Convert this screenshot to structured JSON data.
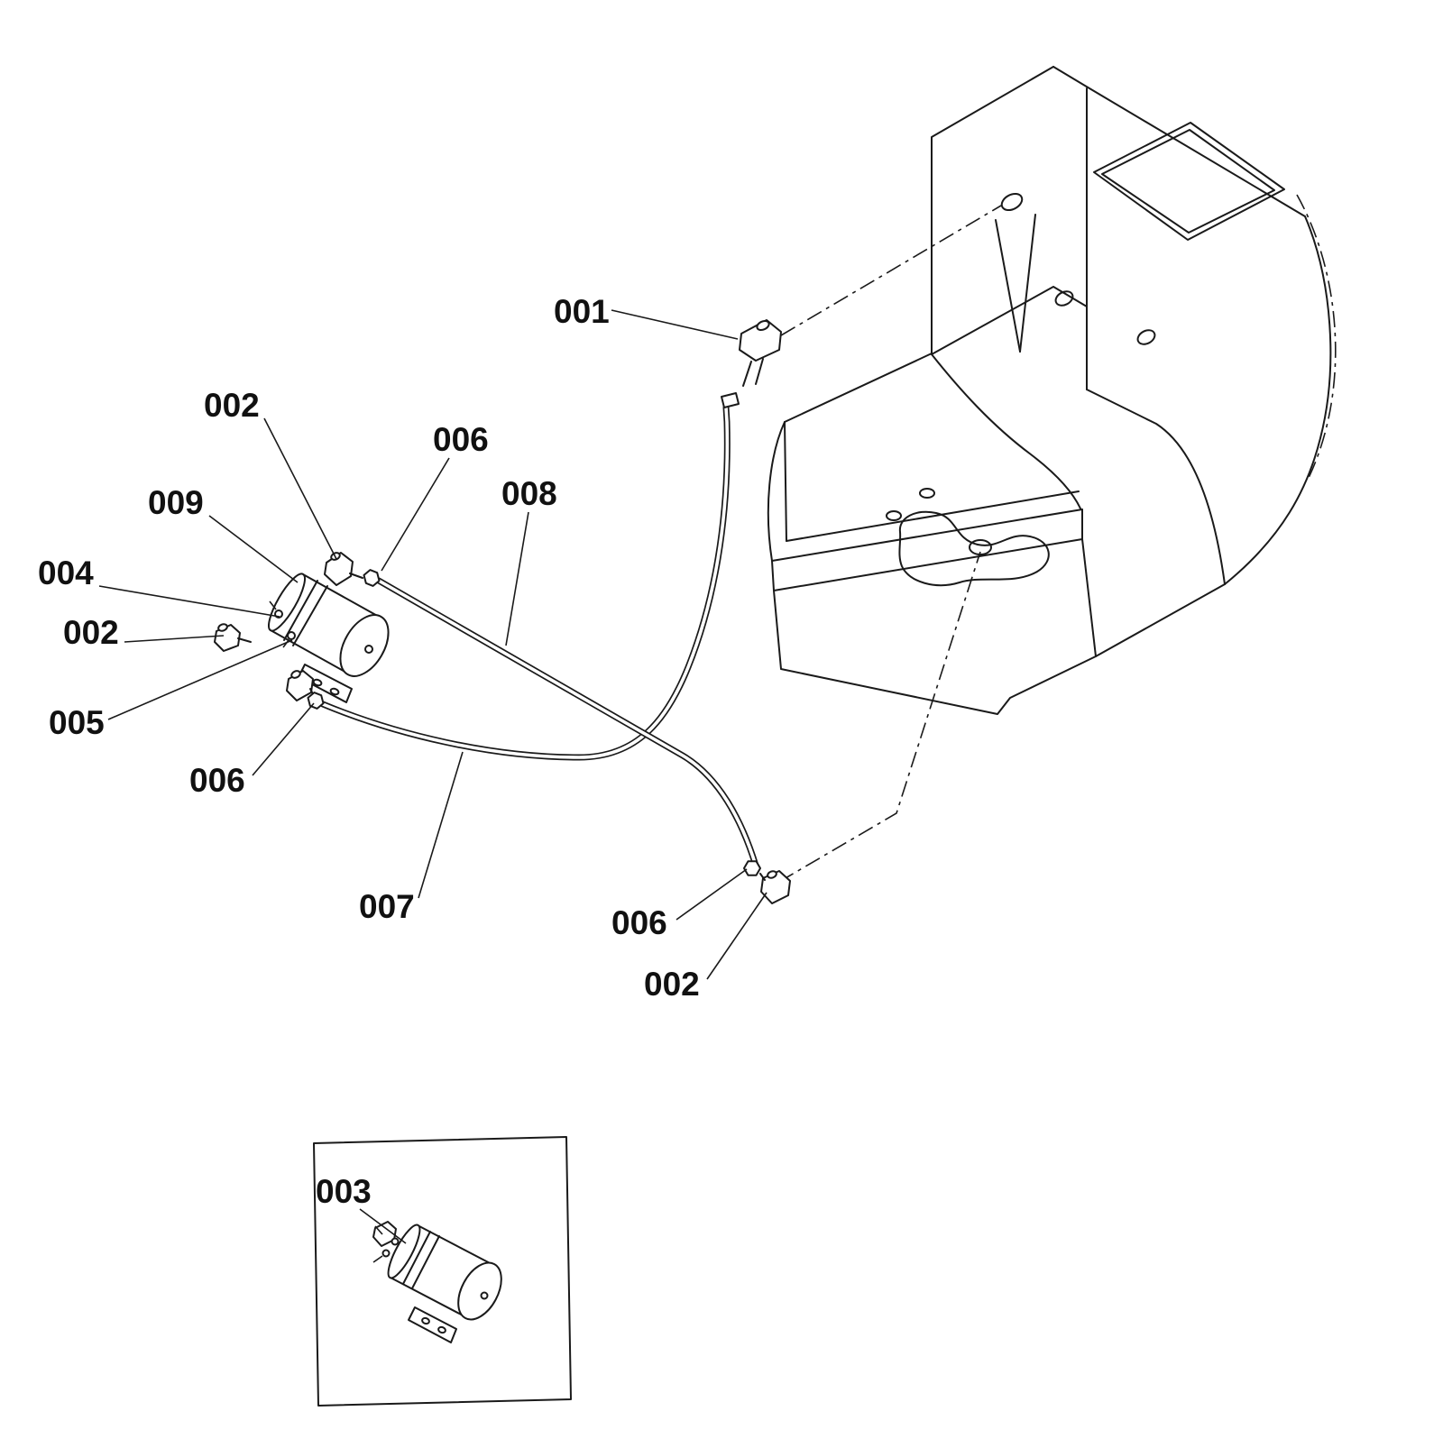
{
  "callouts": [
    {
      "id": "001"
    },
    {
      "id": "002"
    },
    {
      "id": "006"
    },
    {
      "id": "008"
    },
    {
      "id": "009"
    },
    {
      "id": "004"
    },
    {
      "id": "002"
    },
    {
      "id": "005"
    },
    {
      "id": "006"
    },
    {
      "id": "007"
    },
    {
      "id": "006"
    },
    {
      "id": "002"
    },
    {
      "id": "003"
    }
  ],
  "colors": {
    "line": "#1a1a1a",
    "background": "#ffffff"
  }
}
